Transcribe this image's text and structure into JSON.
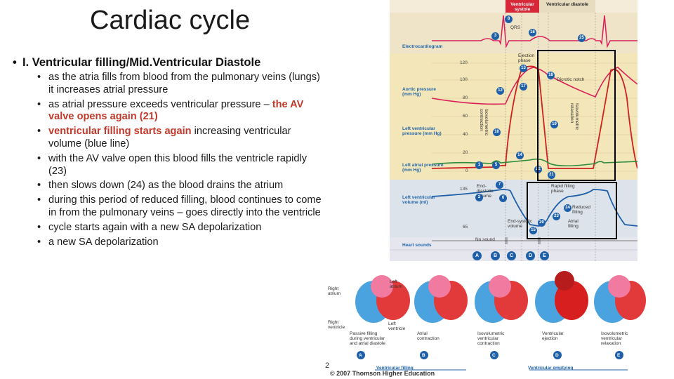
{
  "slide": {
    "title": "Cardiac cycle",
    "heading": "I. Ventricular filling/Mid.Ventricular Diastole",
    "bullets": [
      {
        "text": "as the atria fills from blood from the pulmonary veins (lungs) it increases atrial pressure"
      },
      {
        "pre": "as atrial pressure exceeds ventricular pressure – ",
        "red": "the AV valve opens again (21)"
      },
      {
        "red": "ventricular filling starts again",
        "post": " increasing ventricular volume (blue line)"
      },
      {
        "text": "with the AV valve open this blood fills the ventricle rapidly (23)"
      },
      {
        "text": "then slows down (24) as the blood drains the atrium"
      },
      {
        "text": "during this period of reduced filling, blood continues to come in from the pulmonary veins – goes directly into the ventricle"
      },
      {
        "text": "cycle starts again with a new SA depolarization"
      },
      {
        "text": "a new SA depolarization"
      }
    ],
    "bullet_char": "•",
    "page_number": "2"
  },
  "figure": {
    "header_systole": "Ventricular systole",
    "header_diastole": "Ventricular diastole",
    "ecg_label": "Electrocardiogram",
    "aortic_label": "Aortic pressure (mm Hg)",
    "lv_label": "Left ventricular pressure (mm Hg)",
    "la_label": "Left atrial pressure (mm Hg)",
    "volume_label": "Left ventricular volume (ml)",
    "sounds_label": "Heart sounds",
    "pressure_ticks": [
      "120",
      "100",
      "80",
      "60",
      "40",
      "20",
      "0"
    ],
    "volume_ticks": [
      "135",
      "65"
    ],
    "ejection_phase": "Ejection phase",
    "dicrotic_notch": "Dicrotic notch",
    "isovol_contraction": "Isovolumetric contraction",
    "isovol_relaxation": "Isovolumetric relaxation",
    "end_diastolic": "End-diastolic volume",
    "end_systolic": "End-systolic volume",
    "rapid_filling": "Rapid filling phase",
    "reduced_filling": "Reduced filling",
    "atrial_filling": "Atrial filling",
    "no_sound": "No sound",
    "ecg_letters": "QRS",
    "markers": [
      "1",
      "2",
      "3",
      "5",
      "6",
      "7",
      "8",
      "10",
      "12",
      "13",
      "14",
      "15",
      "16",
      "17",
      "18",
      "19",
      "20",
      "21",
      "22",
      "23",
      "24",
      "25"
    ],
    "phase_letters": [
      "A",
      "B",
      "C",
      "D",
      "E"
    ],
    "colors": {
      "aortic": "#d9205a",
      "lv": "#cc2222",
      "la": "#2e8b3e",
      "volume": "#1d5fa8",
      "ecg": "#d9205a"
    }
  },
  "hearts": {
    "right_atrium": "Right atrium",
    "left_atrium": "Left atrium",
    "right_ventricle": "Right ventricle",
    "left_ventricle": "Left ventricle",
    "phases": [
      {
        "name": "Passive filling during ventricular and atrial diastole",
        "letter": "A"
      },
      {
        "name": "Atrial contraction",
        "letter": "B"
      },
      {
        "name": "Isovolumetric ventricular contraction",
        "letter": "C"
      },
      {
        "name": "Ventricular ejection",
        "letter": "D"
      },
      {
        "name": "Isovolumetric ventricular relaxation",
        "letter": "E"
      }
    ],
    "ventricular_filling": "Ventricular filling",
    "ventricular_emptying": "Ventricular emptying",
    "copyright": "© 2007 Thomson Higher Education"
  }
}
